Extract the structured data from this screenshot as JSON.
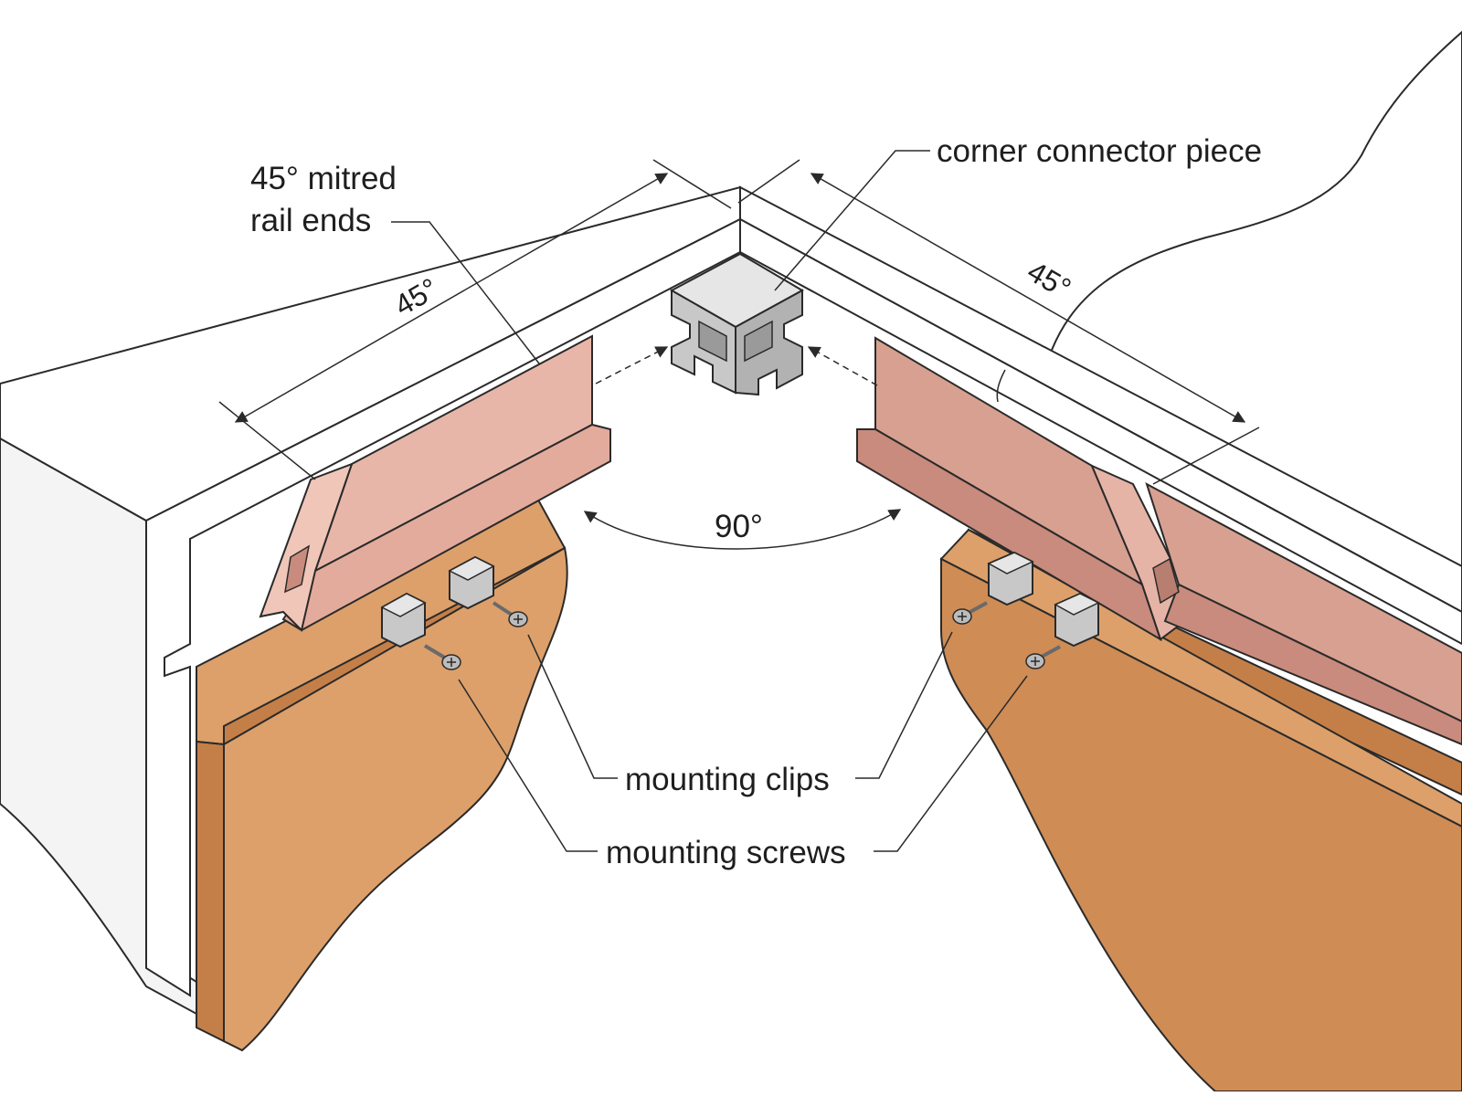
{
  "labels": {
    "mitred_line1": "45° mitred",
    "mitred_line2": "rail ends",
    "corner_connector": "corner connector piece",
    "angle_left": "45°",
    "angle_right": "45°",
    "angle_corner": "90°",
    "mounting_clips": "mounting clips",
    "mounting_screws": "mounting screws"
  },
  "colors": {
    "outline": "#2a2a2a",
    "cabinet_white": "#ffffff",
    "cabinet_shade": "#f3f3f3",
    "wood_light": "#dda06a",
    "wood_dark": "#c47f48",
    "rail_left_face": "#e8b6a8",
    "rail_left_shade": "#d99d8e",
    "rail_right_face": "#d7a090",
    "rail_right_shade": "#c88b7d",
    "metal_light": "#e6e6e6",
    "metal_mid": "#c8c8c8",
    "metal_dark": "#9a9a9a"
  }
}
